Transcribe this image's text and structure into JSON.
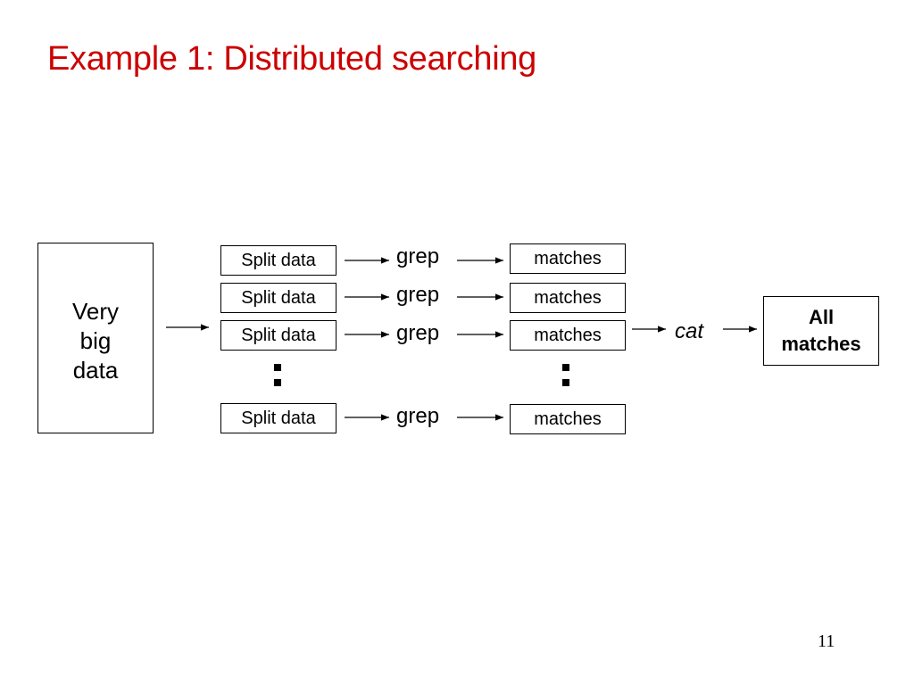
{
  "slide": {
    "title": "Example 1: Distributed searching",
    "page_number": "11"
  },
  "diagram": {
    "source": "Very\nbig\ndata",
    "split_label": "Split data",
    "process_label": "grep",
    "match_label": "matches",
    "combine_label": "cat",
    "result": "All\nmatches"
  }
}
